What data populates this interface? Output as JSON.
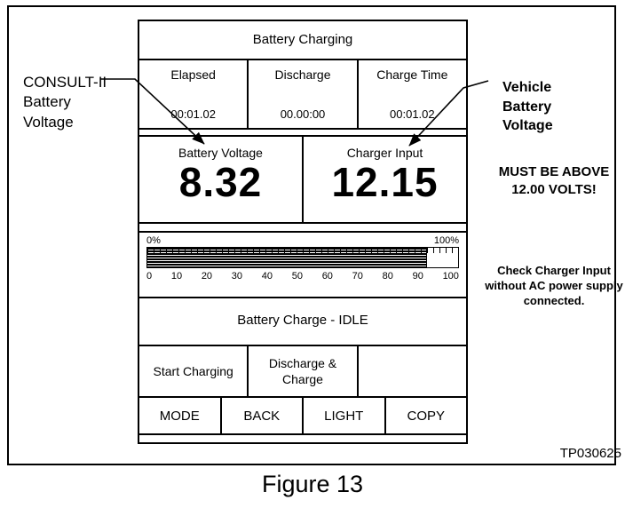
{
  "figure": {
    "caption": "Figure 13",
    "ref_code": "TP030625"
  },
  "annotations": {
    "left": {
      "lines": [
        "CONSULT-II",
        "Battery",
        "Voltage"
      ]
    },
    "right": {
      "callout": "Vehicle Battery Voltage",
      "warning": "MUST BE ABOVE 12.00 VOLTS!",
      "note": "Check Charger Input without AC power supply connected."
    }
  },
  "screen": {
    "title": "Battery Charging",
    "timers": {
      "cells": [
        {
          "header": "Elapsed",
          "value": "00:01.02"
        },
        {
          "header": "Discharge",
          "value": "00.00:00"
        },
        {
          "header": "Charge Time",
          "value": "00:01.02"
        }
      ]
    },
    "gauges": [
      {
        "label": "Battery Voltage",
        "value": "8.32"
      },
      {
        "label": "Charger Input",
        "value": "12.15"
      }
    ],
    "progress": {
      "left_label": "0%",
      "right_label": "100%",
      "percent": 90,
      "scale": [
        "0",
        "10",
        "20",
        "30",
        "40",
        "50",
        "60",
        "70",
        "80",
        "90",
        "100"
      ]
    },
    "status": "Battery Charge - IDLE",
    "actions": [
      "Start Charging",
      "Discharge & Charge",
      ""
    ],
    "function_keys": [
      "MODE",
      "BACK",
      "LIGHT",
      "COPY"
    ]
  }
}
